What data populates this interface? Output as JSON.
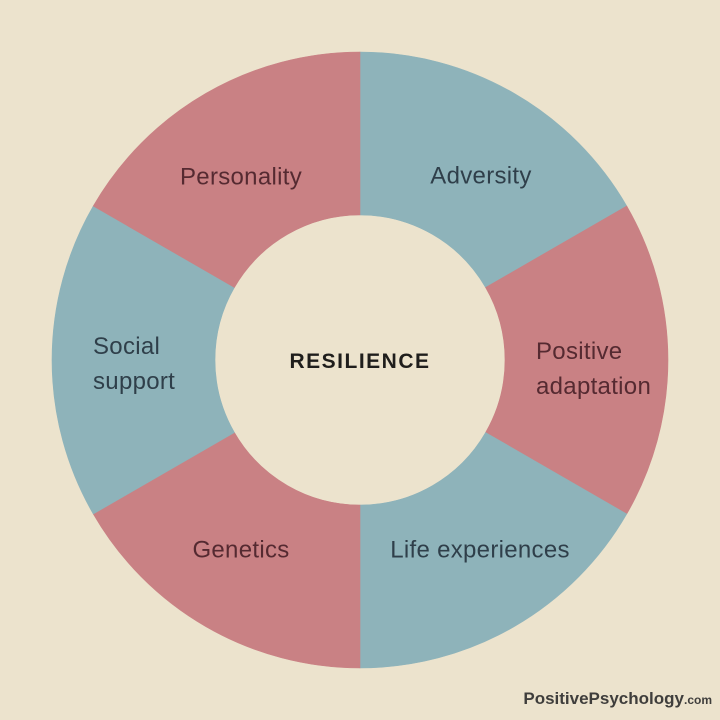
{
  "background_color": "#ece3cd",
  "diagram": {
    "type": "donut",
    "center_label": "RESILIENCE",
    "colors": {
      "blue": "#8eb3ba",
      "rose": "#c98184",
      "text_on_blue": "#2f3f4a",
      "text_on_rose": "#552a31",
      "center_text": "#1f1e1c"
    },
    "segments": [
      {
        "label": "Adversity",
        "color": "blue",
        "start_angle": 0,
        "end_angle": 60
      },
      {
        "label": "Positive\nadaptation",
        "color": "rose",
        "start_angle": 60,
        "end_angle": 120
      },
      {
        "label": "Life experiences",
        "color": "blue",
        "start_angle": 120,
        "end_angle": 180
      },
      {
        "label": "Genetics",
        "color": "rose",
        "start_angle": 180,
        "end_angle": 240
      },
      {
        "label": "Social\nsupport",
        "color": "blue",
        "start_angle": 240,
        "end_angle": 300
      },
      {
        "label": "Personality",
        "color": "rose",
        "start_angle": 300,
        "end_angle": 360
      }
    ]
  },
  "watermark": {
    "brand": "PositivePsychology",
    "tld": ".com"
  }
}
